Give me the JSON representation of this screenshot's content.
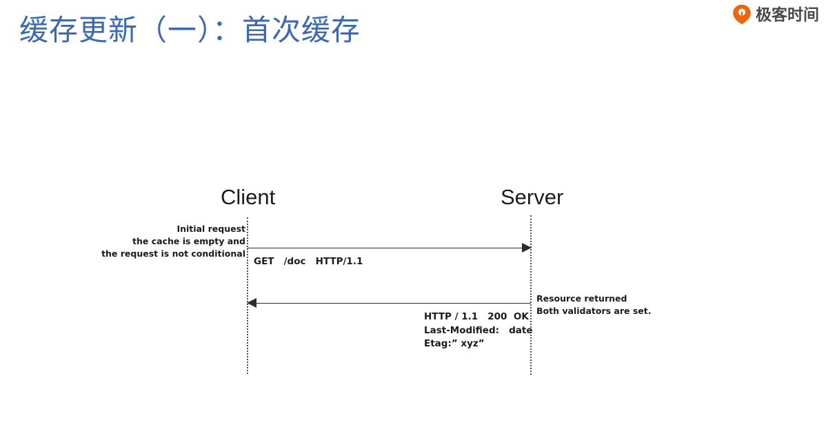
{
  "slide": {
    "title": "缓存更新（一）：首次缓存",
    "title_color": "#3b68b0",
    "background_color": "#ffffff"
  },
  "brand": {
    "name": "极客时间",
    "icon": "geektime-pin-logo-icon",
    "icon_color": "#ef6611",
    "text_color": "#4a4a4a"
  },
  "diagram": {
    "type": "sequence-diagram",
    "actors": [
      {
        "id": "client",
        "label": "Client"
      },
      {
        "id": "server",
        "label": "Server"
      }
    ],
    "messages": [
      {
        "id": "request",
        "direction": "client-to-server",
        "note": "Initial request\nthe cache is empty and\nthe request is not conditional",
        "note_side": "left",
        "payload": "GET   /doc   HTTP/1.1"
      },
      {
        "id": "response",
        "direction": "server-to-client",
        "note": "Resource returned\nBoth validators are set.",
        "note_side": "right",
        "payload": "HTTP / 1.1   200  OK\nLast-Modified:   date\nEtag:” xyz”"
      }
    ]
  }
}
